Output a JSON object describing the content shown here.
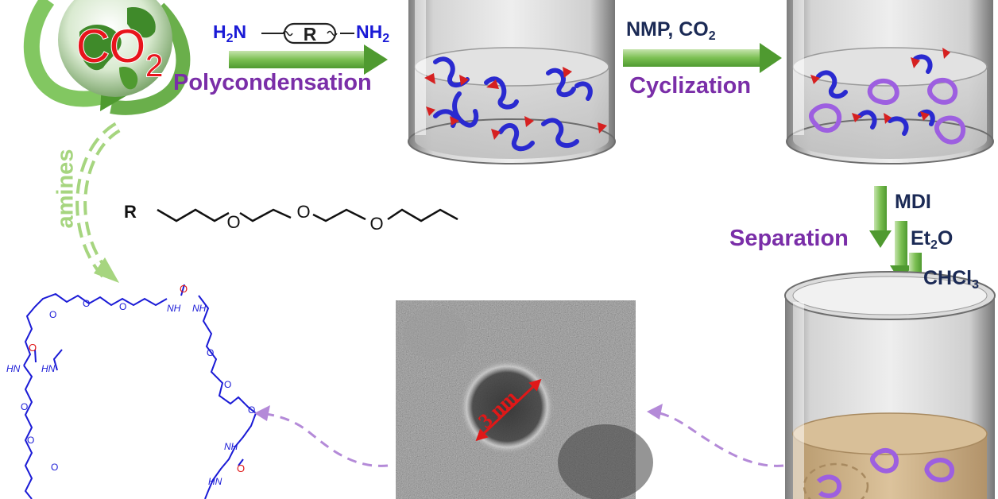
{
  "colors": {
    "amine_blue": "#1a1ad6",
    "carbonyl_red": "#e01818",
    "process_purple": "#7a2ea8",
    "reagent_navy": "#1b2a55",
    "arrow_green": "#5faa3a",
    "co2_red": "#e8141c",
    "macrocycle_purple": "#9d5fe0",
    "dashed_arrow_lavender": "#b48ad8",
    "solution_tan": "#c9aa7e"
  },
  "logo": {
    "text": "CO",
    "subscript": "2"
  },
  "reaction": {
    "amine_left": {
      "base": "H",
      "sub": "2",
      "tail": "N"
    },
    "linker_label": "R",
    "amine_right": {
      "base": "NH",
      "sub": "2"
    }
  },
  "steps": {
    "polycondensation": "Polycondensation",
    "cyclization": "Cyclization",
    "separation": "Separation",
    "amines": "amines"
  },
  "conditions": {
    "cyclization": {
      "text": "NMP, CO",
      "sub": "2"
    }
  },
  "reagents": {
    "mdi": "MDI",
    "ether": {
      "base": "Et",
      "sub": "2",
      "tail": "O"
    },
    "chloroform": {
      "base": "CHCl",
      "sub": "3"
    }
  },
  "structure": {
    "r_label": "R",
    "oxygen": "O"
  },
  "macrocycle": {
    "nh": "NH",
    "hn": "HN",
    "carbonyl_o": "O",
    "ether_o": "O"
  },
  "tem": {
    "scale_label": "3 nm"
  }
}
